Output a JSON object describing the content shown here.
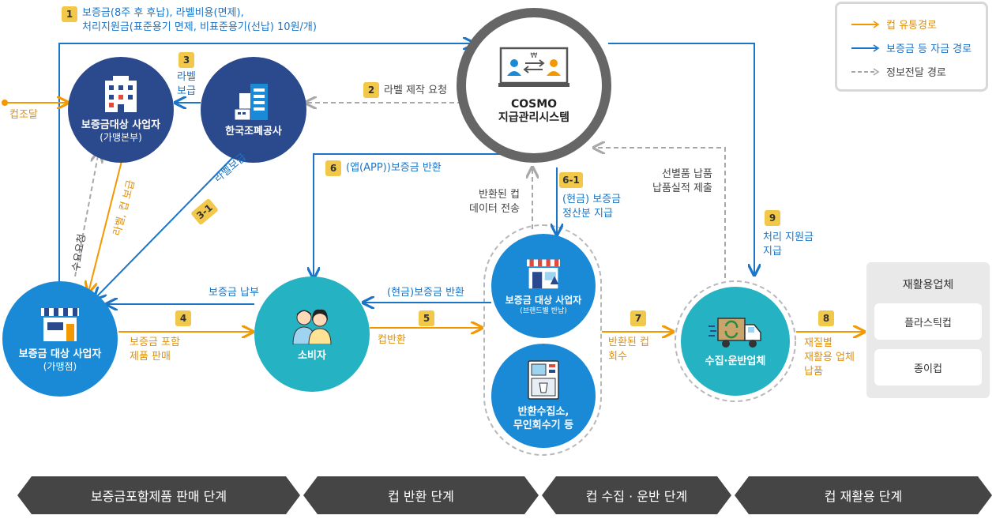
{
  "colors": {
    "orange": "#f39800",
    "blue": "#1a75c9",
    "gray": "#a8a8a8",
    "navy": "#2b4a8e",
    "teal": "#25b3c4",
    "sky": "#1a8ad6"
  },
  "legend": [
    {
      "label": "컵 유통경로",
      "style": "orange-solid"
    },
    {
      "label": "보증금 등 자금 경로",
      "style": "blue-solid"
    },
    {
      "label": "정보전달 경로",
      "style": "gray-dashed"
    }
  ],
  "nodes": {
    "hq": {
      "label": "보증금대상 사업자",
      "sub": "(가맹본부)"
    },
    "kcomsa": {
      "label": "한국조폐공사"
    },
    "cosmo": {
      "label": "COSMO",
      "sub": "지급관리시스템"
    },
    "franchise": {
      "label": "보증금 대상 사업자",
      "sub": "(가맹점)"
    },
    "consumer": {
      "label": "소비자"
    },
    "brand_store": {
      "label": "보증금 대상 사업자",
      "sub": "(브랜드별 반납)"
    },
    "collection_point": {
      "label": "반환수집소,",
      "sub": "무인회수기 등"
    },
    "hauler": {
      "label": "수집·운반업체"
    }
  },
  "badges": [
    "1",
    "2",
    "3",
    "3-1",
    "4",
    "5",
    "6",
    "6-1",
    "7",
    "8",
    "9"
  ],
  "labels": {
    "step1_line1": "보증금(8주 후 후납), 라벨비용(면제),",
    "step1_line2": "처리지원금(표준용기 면제, 비표준용기(선납) 10원/개)",
    "step2": "라벨 제작 요청",
    "step3_line1": "라벨",
    "step3_line2": "보급",
    "step3_1": "라벨보급",
    "cup_supply": "컵조달",
    "hq_to_store": "라벨, 컵 보급",
    "demand_request": "수요요청",
    "deposit_paid": "보증금 납부",
    "step4_line1": "보증금 포함",
    "step4_line2": "제품 판매",
    "step5": "컵반환",
    "cash_refund": "(현금)보증금 반환",
    "step6": "(앱(APP))보증금 반환",
    "returned_data_line1": "반환된 컵",
    "returned_data_line2": "데이터 전송",
    "step6_1_line1": "(현금) 보증금",
    "step6_1_line2": "정산분 지급",
    "sorted_line1": "선별품 납품",
    "sorted_line2": "납품실적 제출",
    "step7_line1": "반환된 컵",
    "step7_line2": "회수",
    "step8_line1": "재질별",
    "step8_line2": "재활용 업체",
    "step8_line3": "납품",
    "step9_line1": "처리 지원금",
    "step9_line2": "지급"
  },
  "recycler": {
    "title": "재활용업체",
    "items": [
      "플라스틱컵",
      "종이컵"
    ]
  },
  "stages": [
    "보증금포함제품 판매 단계",
    "컵 반환 단계",
    "컵 수집 · 운반 단계",
    "컵 재활용 단계"
  ]
}
